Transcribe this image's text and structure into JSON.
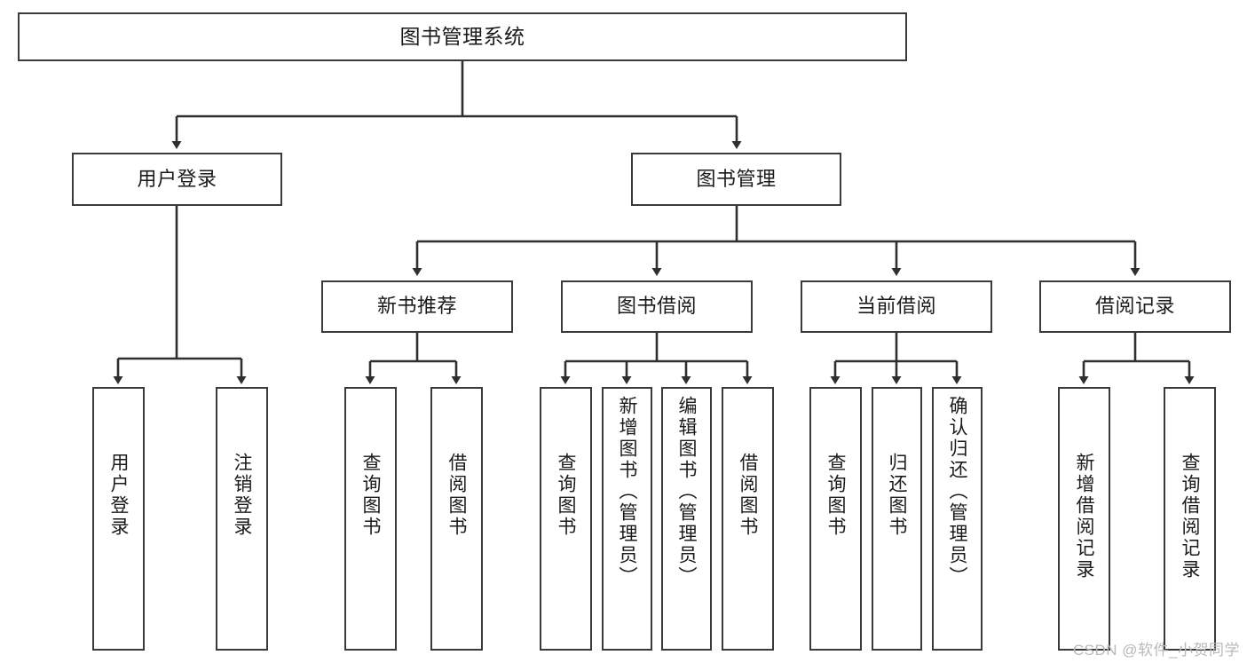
{
  "diagram": {
    "title": "图书管理系统",
    "type": "tree-hierarchy-diagram",
    "watermark": "CSDN @软件_小贺同学",
    "colors": {
      "border": "#3a3a3a",
      "background": "#ffffff",
      "text": "#1a1a1a",
      "edge": "#3a3a3a",
      "watermark": "#b9b9b9"
    }
  },
  "root": {
    "label": "图书管理系统"
  },
  "level2": [
    {
      "label": "用户登录"
    },
    {
      "label": "图书管理"
    }
  ],
  "level3": [
    {
      "label": "新书推荐"
    },
    {
      "label": "图书借阅"
    },
    {
      "label": "当前借阅"
    },
    {
      "label": "借阅记录"
    }
  ],
  "leaves": {
    "user_login": [
      {
        "label": "用户登录"
      },
      {
        "label": "注销登录"
      }
    ],
    "new_book_recommend": [
      {
        "label": "查询图书"
      },
      {
        "label": "借阅图书"
      }
    ],
    "book_borrow": [
      {
        "label": "查询图书"
      },
      {
        "label": "新增图书（管理员）"
      },
      {
        "label": "编辑图书（管理员）"
      },
      {
        "label": "借阅图书"
      }
    ],
    "current_borrow": [
      {
        "label": "查询图书"
      },
      {
        "label": "归还图书"
      },
      {
        "label": "确认归还（管理员）"
      }
    ],
    "borrow_record": [
      {
        "label": "新增借阅记录"
      },
      {
        "label": "查询借阅记录"
      }
    ]
  }
}
